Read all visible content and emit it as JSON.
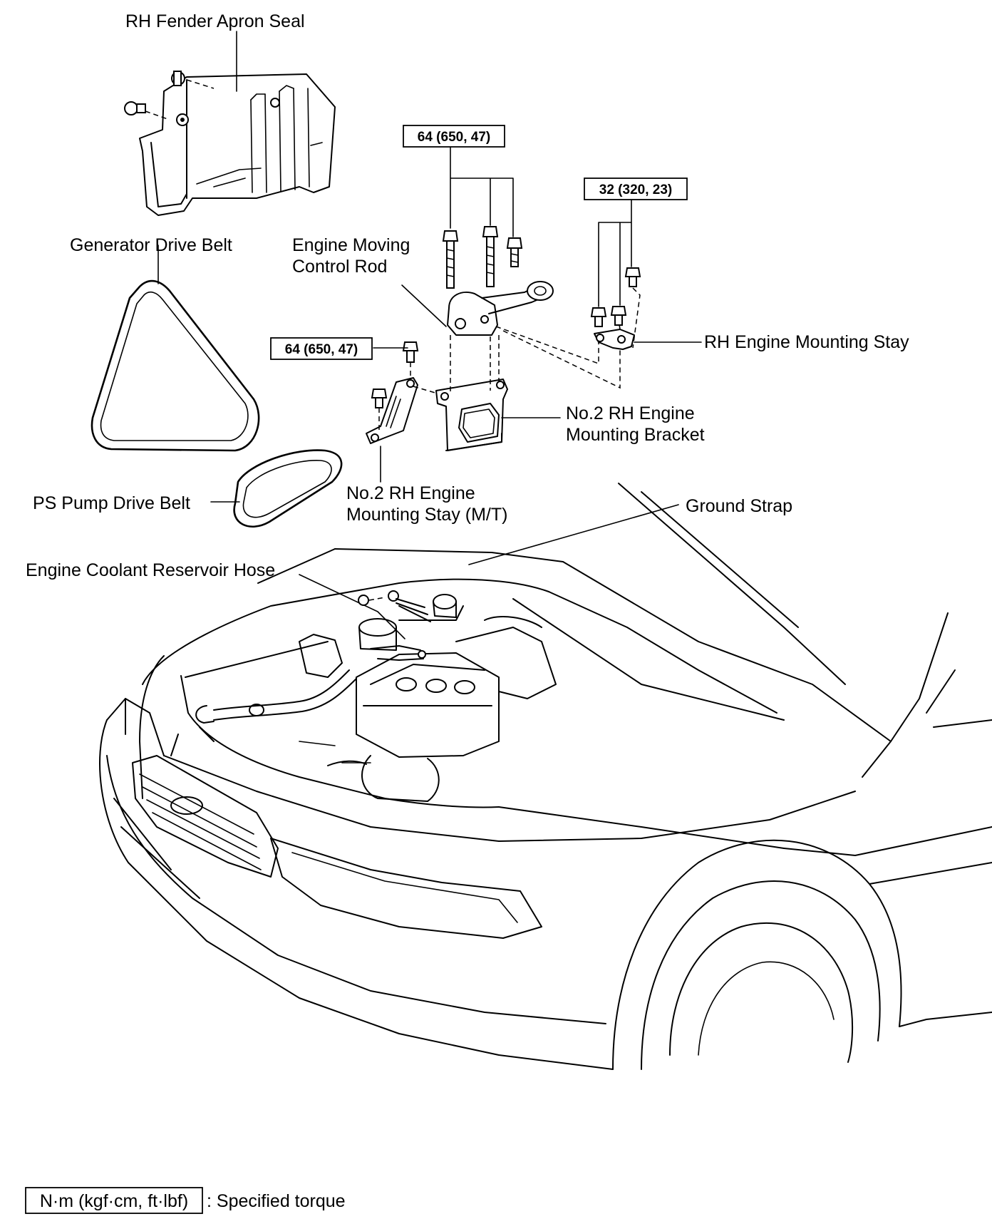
{
  "labels": {
    "rh_fender_apron_seal": "RH Fender Apron Seal",
    "generator_drive_belt": "Generator Drive Belt",
    "engine_moving_control_rod_1": "Engine Moving",
    "engine_moving_control_rod_2": "Control Rod",
    "rh_engine_mounting_stay": "RH Engine Mounting Stay",
    "no2_rh_engine_mounting_bracket_1": "No.2 RH Engine",
    "no2_rh_engine_mounting_bracket_2": "Mounting Bracket",
    "no2_rh_engine_mounting_stay_1": "No.2 RH Engine",
    "no2_rh_engine_mounting_stay_2": "Mounting Stay (M/T)",
    "ps_pump_drive_belt": "PS Pump Drive Belt",
    "ground_strap": "Ground Strap",
    "engine_coolant_reservoir_hose": "Engine Coolant Reservoir Hose"
  },
  "torques": {
    "control_rod_bolts": "64 (650, 47)",
    "mounting_stay_bolts": "32 (320, 23)",
    "stay_mt_bolt": "64 (650, 47)"
  },
  "legend": {
    "unit": "N·m (kgf·cm, ft·lbf)",
    "description": ": Specified torque"
  }
}
